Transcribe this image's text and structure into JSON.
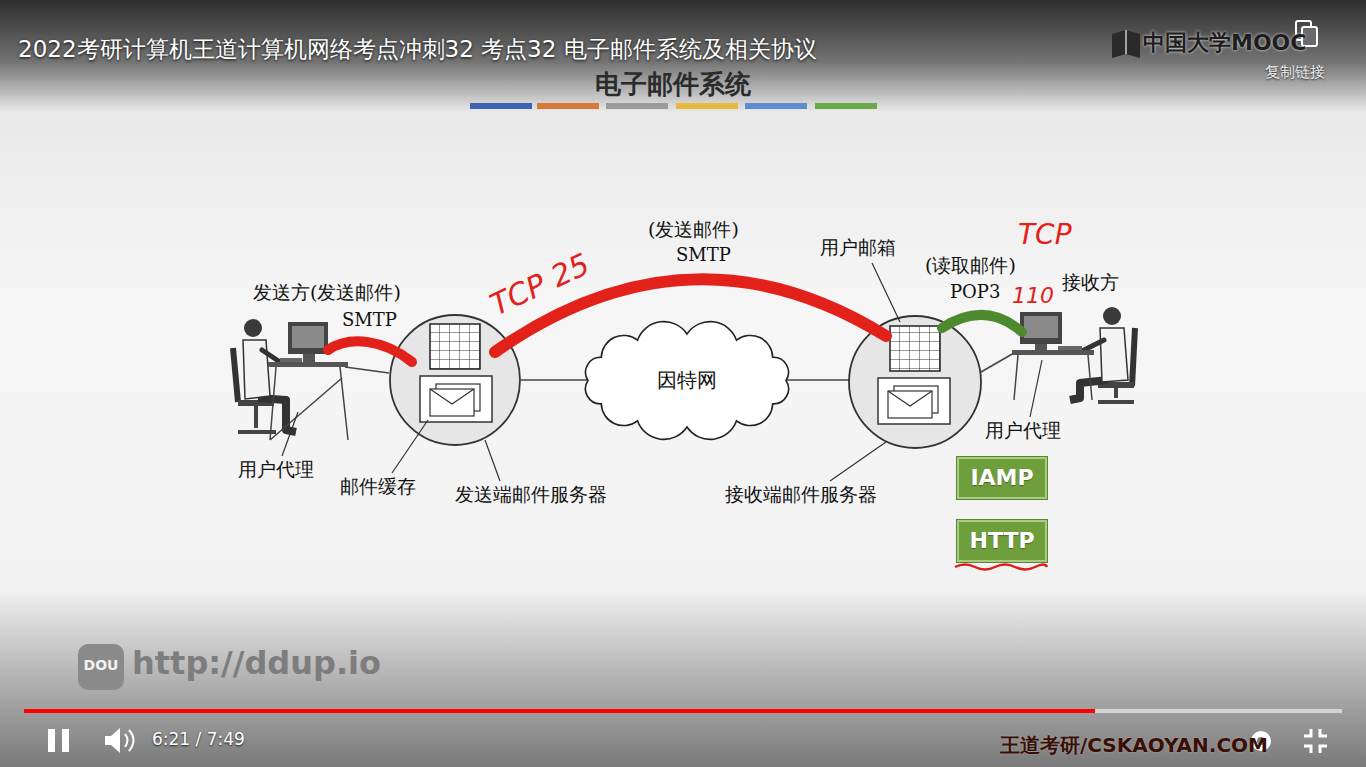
{
  "diagram": {
    "title": "2022考研计算机王道计算机网络考点冲刺32 考点32 电子邮件系统及相关协议",
    "nodes": [
      {
        "text": [
          "因特网"
        ]
      },
      {
        "text": [
          "IAMP"
        ]
      },
      {
        "text": [
          "HTTP"
        ]
      }
    ],
    "labels": [
      "电子邮件系统",
      "中国大学MOOC",
      "复制链接",
      "发送方(发送邮件)",
      "SMTP",
      "用户代理",
      "邮件缓存",
      "发送端邮件服务器",
      "(发送邮件)",
      "SMTP",
      "TCP 25",
      "用户邮箱",
      "(读取邮件)",
      "POP3",
      "TCP",
      "110",
      "接收方",
      "用户代理",
      "接收端邮件服务器",
      "DOU",
      "http://ddup.io",
      "6:21 / 7:49",
      "王道考研/CSKAOYAN.COM"
    ]
  }
}
